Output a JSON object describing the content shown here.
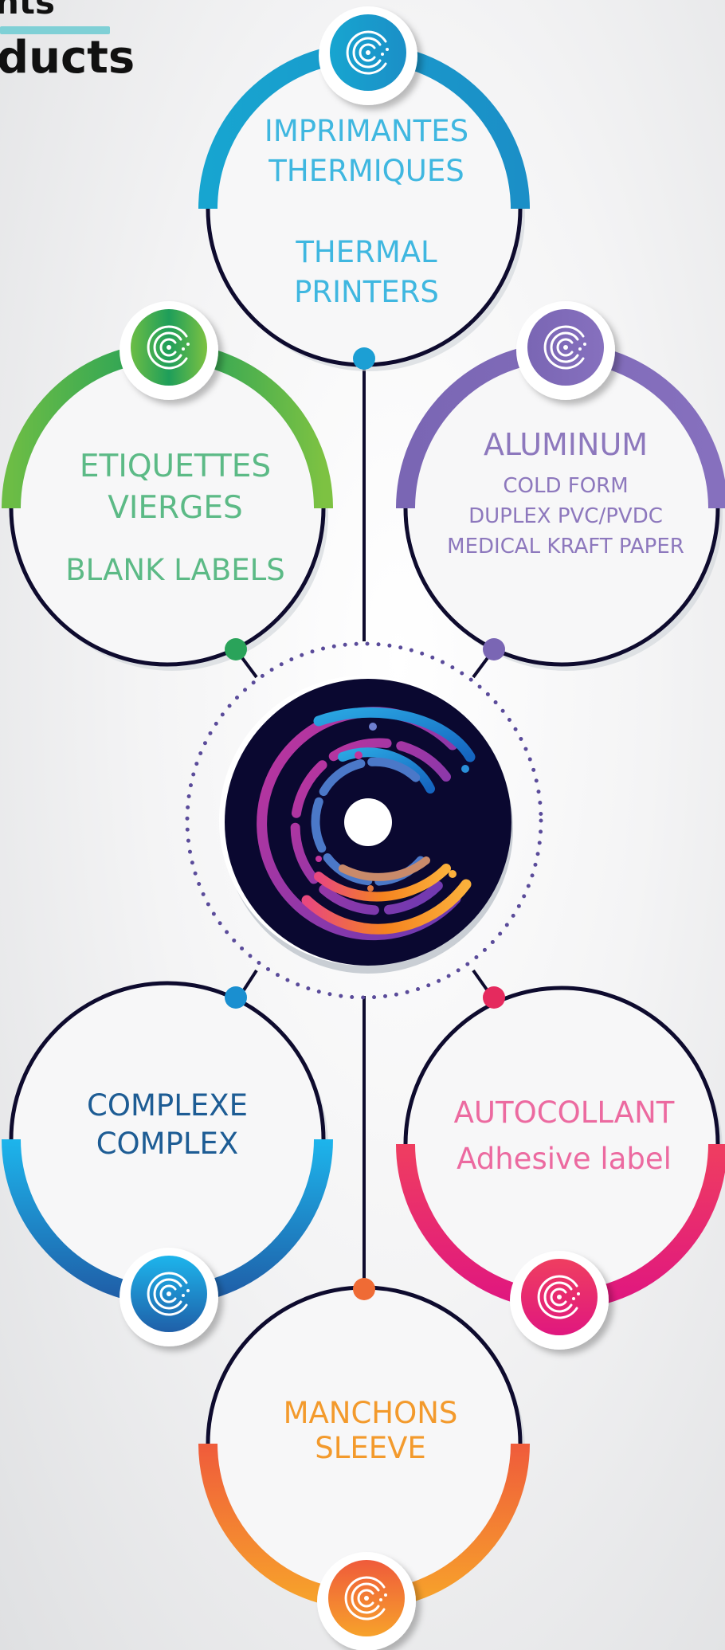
{
  "header": {
    "title_partial_top": "nts",
    "title_partial_bottom": "ducts"
  },
  "colors": {
    "thermal": "#3fb7e0",
    "blank": "#5cba86",
    "aluminum": "#8d78bd",
    "complex": "#1d5c94",
    "adhesive": "#ec6aa0",
    "sleeve": "#f39a2c",
    "ring": "#0e0b2e",
    "hub_dots": "#5a4b9a"
  },
  "categories": {
    "thermal": {
      "lines": [
        "IMPRIMANTES",
        "THERMIQUES",
        "THERMAL",
        "PRINTERS"
      ]
    },
    "blank": {
      "lines": [
        "ETIQUETTES",
        "VIERGES",
        "BLANK  LABELS"
      ]
    },
    "aluminum": {
      "lines": [
        "ALUMINUM",
        "COLD FORM",
        "DUPLEX PVC/PVDC",
        "MEDICAL KRAFT PAPER"
      ]
    },
    "complex": {
      "lines": [
        "COMPLEXE",
        "COMPLEX"
      ]
    },
    "adhesive": {
      "lines": [
        "AUTOCOLLANT",
        "Adhesive label"
      ]
    },
    "sleeve": {
      "lines": [
        "MANCHONS",
        "SLEEVE"
      ]
    }
  },
  "hub": {
    "icon": "fingerprint-c-logo"
  }
}
